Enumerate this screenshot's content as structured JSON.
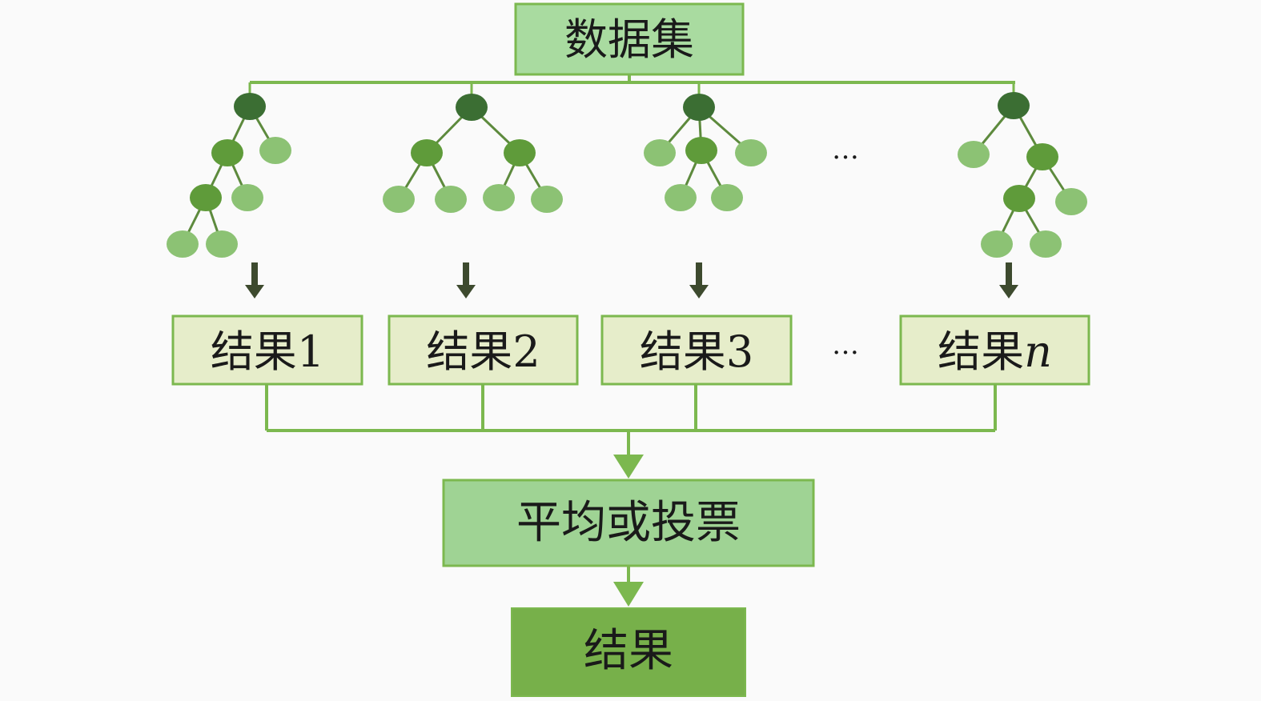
{
  "dataset_label": "数据集",
  "results": [
    {
      "prefix": "结果",
      "index": "1"
    },
    {
      "prefix": "结果",
      "index": "2"
    },
    {
      "prefix": "结果",
      "index": "3"
    },
    {
      "prefix": "结果",
      "index": "n"
    }
  ],
  "ellipsis": "…",
  "aggregate_label": "平均或投票",
  "final_label": "结果",
  "colors": {
    "dataset_fill": "#a9dba0",
    "box_border": "#7cb84f",
    "result_fill": "#e6edca",
    "aggregate_fill": "#9fd394",
    "final_fill": "#77b04a",
    "connector": "#7cb84f",
    "down_arrow": "#3d4a2e",
    "node_dark": "#3b6e33",
    "node_mid": "#5f9b3a",
    "node_light": "#8cc274"
  },
  "trees": [
    [
      "dark",
      "mid",
      "light",
      "mid",
      "light",
      "light",
      "light"
    ],
    [
      "dark",
      "mid",
      "mid",
      "light",
      "light",
      "light",
      "light"
    ],
    [
      "dark",
      "light",
      "mid",
      "light",
      "light",
      "light"
    ],
    [
      "dark",
      "light",
      "mid",
      "mid",
      "light",
      "light",
      "light"
    ]
  ]
}
